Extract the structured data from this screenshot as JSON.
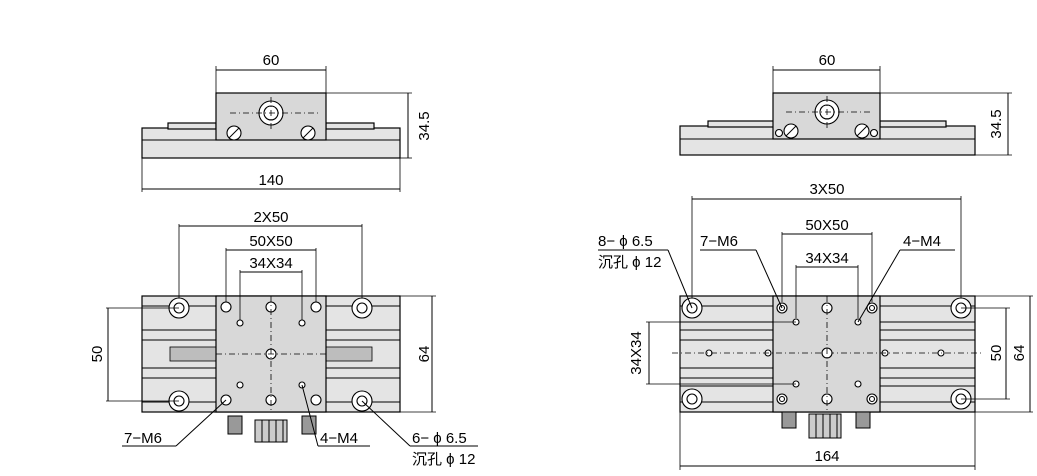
{
  "left": {
    "side_view": {
      "top_width": "60",
      "height": "34.5",
      "base_width": "140"
    },
    "top_view": {
      "pitch_2x": "2X50",
      "pitch_50": "50X50",
      "pitch_34": "34X34",
      "height_50": "50",
      "height_64": "64",
      "callout_m6": "7−M6",
      "callout_m4": "4−M4",
      "callout_holes": "6− ϕ 6.5",
      "callout_counterbore": "沉孔 ϕ 12"
    }
  },
  "right": {
    "side_view": {
      "top_width": "60",
      "height": "34.5"
    },
    "top_view": {
      "pitch_3x": "3X50",
      "pitch_50": "50X50",
      "pitch_34": "34X34",
      "height_34": "34X34",
      "height_50": "50",
      "height_64": "64",
      "base_width": "164",
      "callout_holes": "8− ϕ 6.5",
      "callout_counterbore": "沉孔 ϕ 12",
      "callout_m6": "7−M6",
      "callout_m4": "4−M4"
    }
  }
}
